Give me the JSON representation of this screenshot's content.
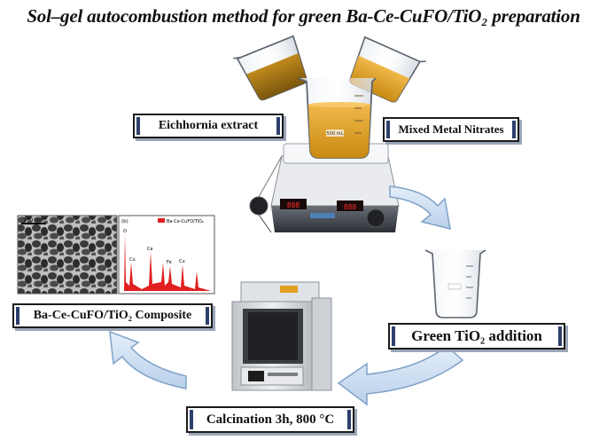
{
  "title": "Sol–gel autocombustion method for green Ba-Ce-CuFO/TiO₂ preparation",
  "labels": {
    "extract": "Eichhornia extract",
    "nitrates": "Mixed Metal Nitrates",
    "tio2": "Green TiO₂ addition",
    "calcination": "Calcination 3h, 800 °C",
    "composite": "Ba-Ce-CuFO/TiO₂ Composite"
  },
  "beaker": {
    "volume_mark": "500 mL"
  },
  "tem": {
    "scale_bar": "100 nm"
  },
  "eds": {
    "panel_tag": "(b)",
    "legend": "Ba-Ce-CuFO/TiO₂",
    "peak_labels": [
      "O",
      "Cu",
      "Ce",
      "Fe",
      "Cu"
    ]
  },
  "colors": {
    "liquid_dark": "#b77e0e",
    "liquid_light": "#efb33c",
    "arrow_fill": "#cfe0f2",
    "arrow_stroke": "#7ea2c8",
    "label_border": "#1b1b1b",
    "label_accent": "#2d3f6b",
    "eds_red": "#e02020",
    "display_red": "#ff2a2a"
  }
}
